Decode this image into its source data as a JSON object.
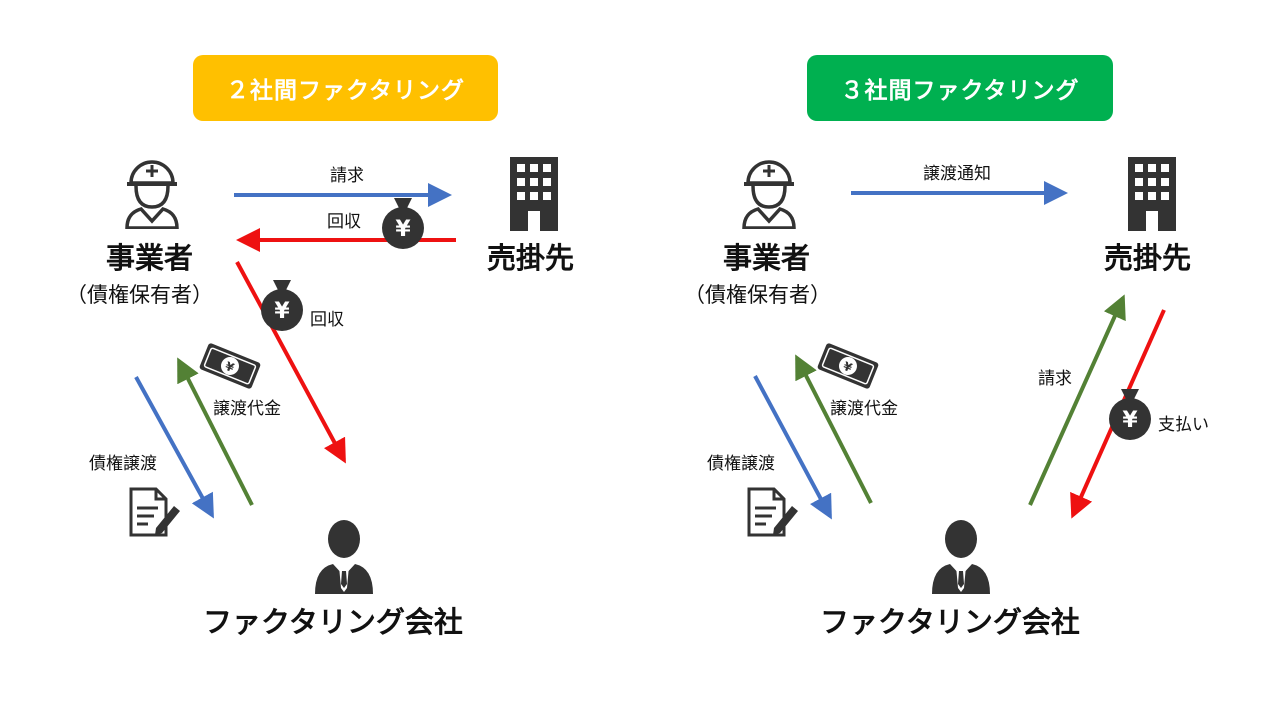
{
  "colors": {
    "blue": "#4472c4",
    "red": "#ee1111",
    "green": "#538135",
    "yellow": "#ffc000",
    "green_badge": "#00b050",
    "icon": "#333333"
  },
  "left": {
    "title": "２社間ファクタリング",
    "business": "事業者",
    "business_sub": "（債権保有者）",
    "debtor": "売掛先",
    "factor": "ファクタリング会社",
    "label_invoice": "請求",
    "label_collect_top": "回収",
    "label_collect_diag": "回収",
    "label_transfer_fee": "譲渡代金",
    "label_assign": "債権譲渡"
  },
  "right": {
    "title": "３社間ファクタリング",
    "business": "事業者",
    "business_sub": "（債権保有者）",
    "debtor": "売掛先",
    "factor": "ファクタリング会社",
    "label_notice": "譲渡通知",
    "label_invoice": "請求",
    "label_payment": "支払い",
    "label_transfer_fee": "譲渡代金",
    "label_assign": "債権譲渡"
  },
  "icons": {
    "business": "worker-helmet-icon",
    "debtor": "building-icon",
    "factor": "businessman-icon",
    "money_bag": "yen-money-bag-icon",
    "banknote": "yen-banknote-icon",
    "document": "document-pen-icon"
  }
}
